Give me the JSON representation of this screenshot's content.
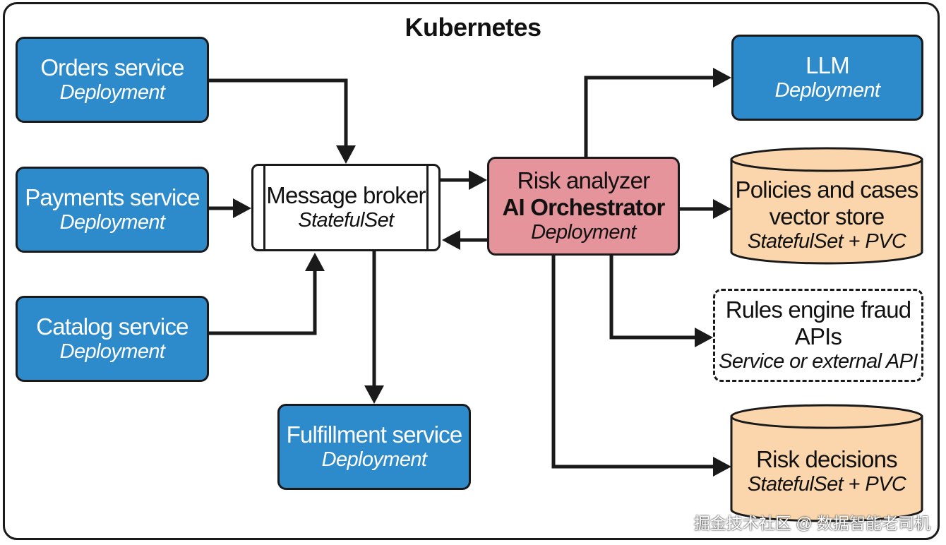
{
  "title": "Kubernetes",
  "nodes": {
    "orders": {
      "name": "Orders service",
      "kind": "Deployment"
    },
    "payments": {
      "name": "Payments service",
      "kind": "Deployment"
    },
    "catalog": {
      "name": "Catalog service",
      "kind": "Deployment"
    },
    "broker": {
      "name": "Message broker",
      "kind": "StatefulSet"
    },
    "fulfillment": {
      "name": "Fulfillment service",
      "kind": "Deployment"
    },
    "orchestrator": {
      "line1": "Risk analyzer",
      "line2": "AI Orchestrator",
      "kind": "Deployment"
    },
    "llm": {
      "name": "LLM",
      "kind": "Deployment"
    },
    "vector_store": {
      "line1": "Policies and cases",
      "line2": "vector store",
      "kind": "StatefulSet + PVC"
    },
    "rules": {
      "line1": "Rules engine fraud",
      "line2": "APIs",
      "kind": "Service or external API"
    },
    "risk_decisions": {
      "name": "Risk decisions",
      "kind": "StatefulSet + PVC"
    }
  },
  "colors": {
    "service": "#2d8acb",
    "orchestrator": "#e4949a",
    "storage": "#fbd6ac",
    "line": "#1a1a1a"
  },
  "watermark": "掘金技术社区 @ 数据智能老司机"
}
